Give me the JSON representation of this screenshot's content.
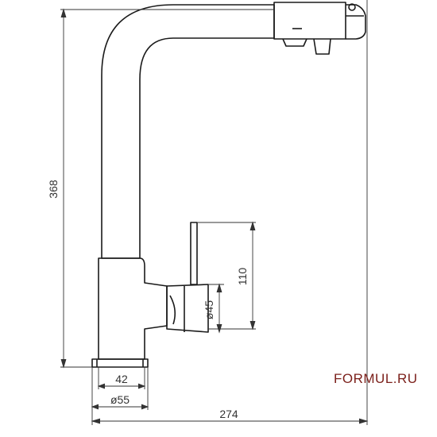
{
  "drawing": {
    "dimensions": {
      "total_height": "368",
      "lever_height": "110",
      "lever_diameter": "ø45",
      "base_inner": "42",
      "base_diameter": "ø55",
      "total_width": "274"
    }
  },
  "brand": {
    "text": "FORMUL.RU",
    "color": "#7b1f1a"
  },
  "colors": {
    "line": "#1a1a1a",
    "dimension_line": "#333333"
  }
}
